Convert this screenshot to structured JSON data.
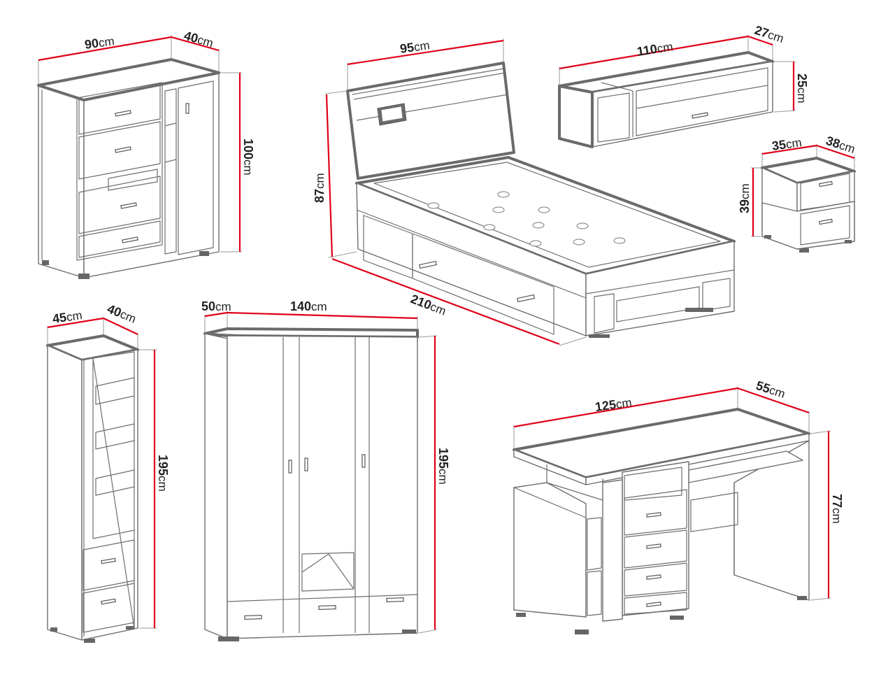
{
  "unit": "cm",
  "dimensions": {
    "sideboard_width": "90",
    "sideboard_depth": "40",
    "sideboard_height": "100",
    "bed_width": "95",
    "bed_height": "87",
    "bed_length": "210",
    "shelf_width": "110",
    "shelf_depth": "27",
    "shelf_height": "25",
    "nightstand_width": "35",
    "nightstand_depth": "38",
    "nightstand_height": "39",
    "bookcase_width": "45",
    "bookcase_depth": "40",
    "bookcase_height": "195",
    "wardrobe_depth": "50",
    "wardrobe_width": "140",
    "wardrobe_height": "195",
    "desk_width": "125",
    "desk_depth": "55",
    "desk_height": "77"
  },
  "colors": {
    "dimension_line": "#e0001a",
    "outline": "#6e6e6e",
    "text": "#222222"
  }
}
